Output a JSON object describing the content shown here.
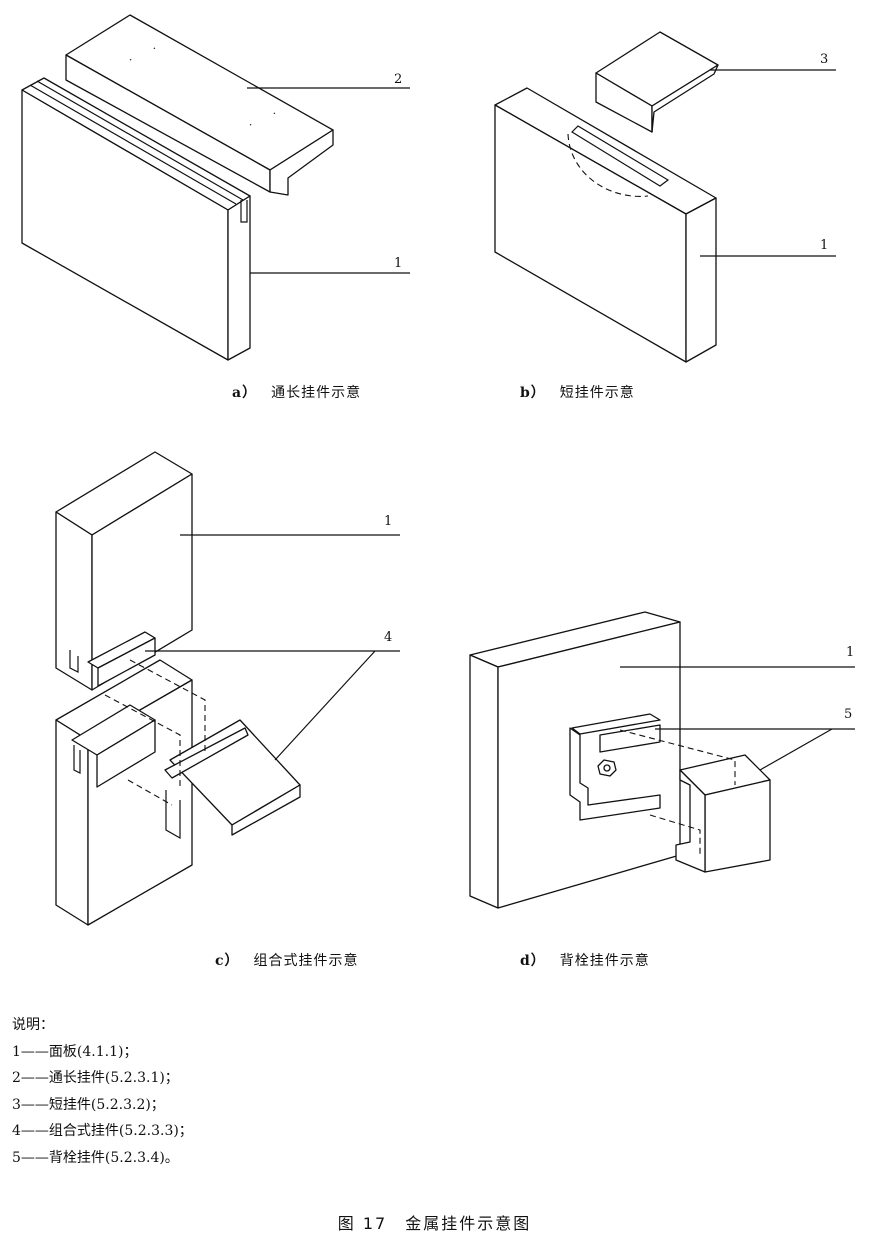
{
  "figures": {
    "a": {
      "key": "a）",
      "caption": "通长挂件示意",
      "labels": [
        "2",
        "1"
      ]
    },
    "b": {
      "key": "b）",
      "caption": "短挂件示意",
      "labels": [
        "3",
        "1"
      ]
    },
    "c": {
      "key": "c）",
      "caption": "组合式挂件示意",
      "labels": [
        "1",
        "4"
      ]
    },
    "d": {
      "key": "d）",
      "caption": "背栓挂件示意",
      "labels": [
        "1",
        "5"
      ]
    }
  },
  "legend": {
    "heading": "说明：",
    "items": [
      "1——面板(4.1.1)；",
      "2——通长挂件(5.2.3.1)；",
      "3——短挂件(5.2.3.2)；",
      "4——组合式挂件(5.2.3.3)；",
      "5——背栓挂件(5.2.3.4)。"
    ]
  },
  "title": "图 17　金属挂件示意图"
}
